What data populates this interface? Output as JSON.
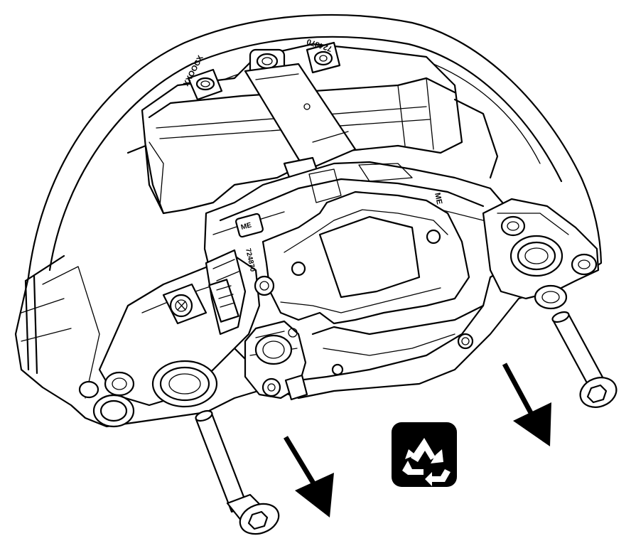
{
  "labels": {
    "top_code_left": "XXOOCX",
    "top_code_right": "724870",
    "side_code": "724870",
    "brand_mark": "ME",
    "corner_mark": "ME"
  },
  "icons": {
    "recycle": "recycle-icon",
    "arrow_left": "arrow-down-right-icon",
    "arrow_right": "arrow-down-right-icon"
  },
  "colors": {
    "ink": "#000000",
    "background": "#ffffff",
    "recycle_badge": "#000000",
    "recycle_symbol": "#ffffff"
  }
}
